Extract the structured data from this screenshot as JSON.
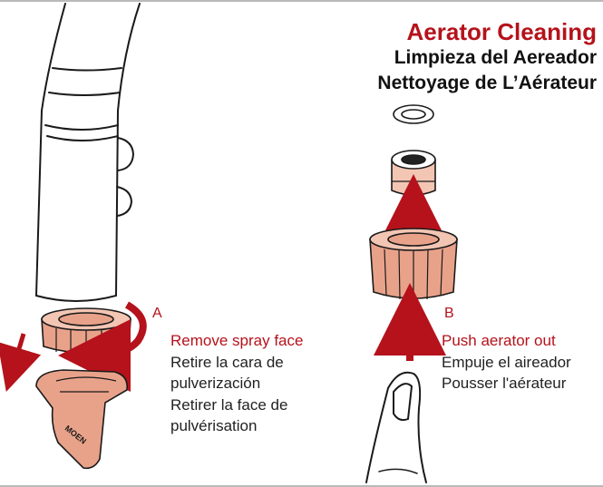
{
  "title": {
    "en": "Aerator Cleaning",
    "es": "Limpieza del Aereador",
    "fr": "Nettoyage de L’Aérateur"
  },
  "steps": [
    {
      "letter": "A",
      "en": "Remove spray face",
      "es_line1": "Retire la cara de",
      "es_line2": "pulverización",
      "fr_line1": "Retirer la face de",
      "fr_line2": "pulvérisation"
    },
    {
      "letter": "B",
      "en": "Push aerator out",
      "es": "Empuje el aireador",
      "fr": "Pousser l'aérateur"
    }
  ],
  "tool_label": "MOEN",
  "colors": {
    "accent_red": "#b5121b",
    "part_fill": "#e9a28a",
    "part_shade": "#f3c5b3",
    "outline": "#1a1a1a",
    "frame": "#b9b9b9"
  }
}
